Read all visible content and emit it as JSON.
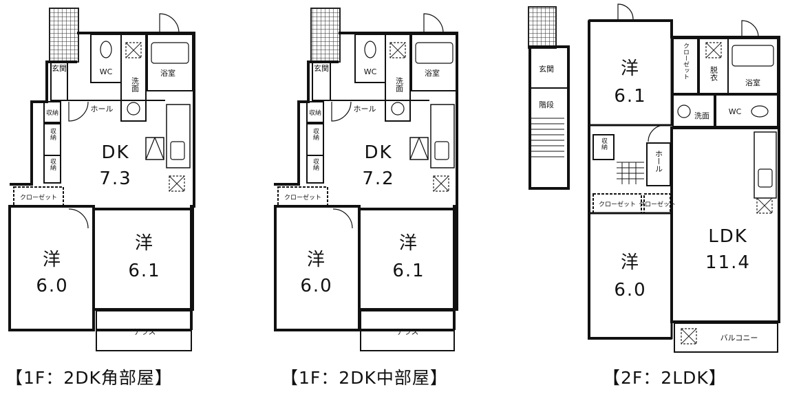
{
  "plans": [
    {
      "caption": "【1F：2DK角部屋】",
      "rooms": {
        "entrance": "玄関",
        "wc": "WC",
        "washroom": "洗面",
        "bath": "浴室",
        "hall": "ホール",
        "storage_small": "収納",
        "storage1": "収納",
        "storage2": "収納",
        "dk_name": "DK",
        "dk_size": "7.3",
        "closet": "クローゼット",
        "roomA_name": "洋",
        "roomA_size": "6.0",
        "roomB_name": "洋",
        "roomB_size": "6.1",
        "terrace": "テラス"
      }
    },
    {
      "caption": "【1F：2DK中部屋】",
      "rooms": {
        "entrance": "玄関",
        "wc": "WC",
        "washroom": "洗面",
        "bath": "浴室",
        "hall": "ホール",
        "storage_small": "収納",
        "storage1": "収納",
        "storage2": "収納",
        "dk_name": "DK",
        "dk_size": "7.2",
        "closet": "クローゼット",
        "roomA_name": "洋",
        "roomA_size": "6.0",
        "roomB_name": "洋",
        "roomB_size": "6.1",
        "terrace": "テラス"
      }
    },
    {
      "caption": "【2F：2LDK】",
      "rooms": {
        "entrance": "玄関",
        "stairs": "階段",
        "roomA_name": "洋",
        "roomA_size": "6.1",
        "closet_v": "クローゼット",
        "dressing": "脱衣",
        "bath": "浴室",
        "washroom": "洗面",
        "wc": "WC",
        "storage": "収納",
        "hall": "ホール",
        "closet1": "クローゼット",
        "closet2": "クローゼット",
        "roomB_name": "洋",
        "roomB_size": "6.0",
        "ldk_name": "LDK",
        "ldk_size": "11.4",
        "balcony": "バルコニー"
      }
    }
  ]
}
